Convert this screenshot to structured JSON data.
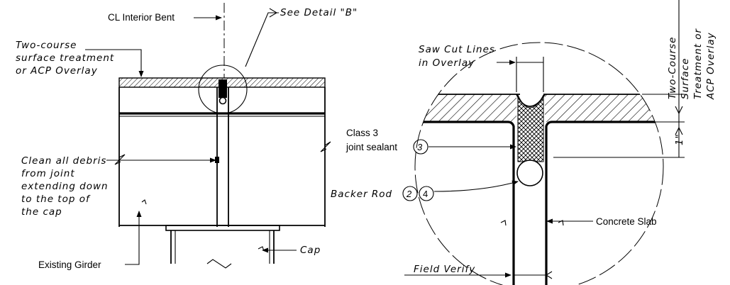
{
  "left_view": {
    "cl_interior_bent": "CL Interior Bent",
    "see_detail": "See Detail \"B\"",
    "surface_treatment": [
      "Two-course",
      "surface treatment",
      "or ACP Overlay"
    ],
    "clean_debris": [
      "Clean all debris",
      "from joint",
      "extending down",
      "to the top of",
      "the cap"
    ],
    "existing_girder": "Existing Girder",
    "cap": "Cap"
  },
  "detail_b": {
    "saw_cut": [
      "Saw Cut Lines",
      "in Overlay"
    ],
    "surface_treatment_vertical": [
      "Two-Course",
      "Surface",
      "Treatment or",
      "ACP Overlay"
    ],
    "dimension_1in": "1\"",
    "class3": [
      "Class 3",
      "joint sealant"
    ],
    "note_3": "3",
    "backer_rod": "Backer Rod",
    "note_2": "2",
    "note_4": "4",
    "concrete_slab": "Concrete Slab",
    "field_verify": "Field Verify"
  }
}
